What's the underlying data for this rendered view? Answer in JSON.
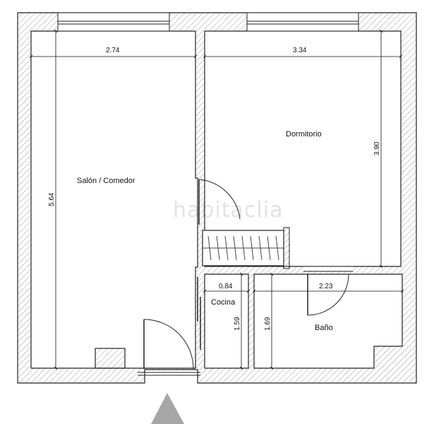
{
  "watermark": "habitaclia",
  "rooms": {
    "living": "Salón / Comedor",
    "bedroom": "Dormitorio",
    "kitchen": "Cocina",
    "bathroom": "Baño"
  },
  "dimensions": {
    "living_width": "2.74",
    "living_height": "5.64",
    "bedroom_width": "3.34",
    "bedroom_height": "3.90",
    "kitchen_width": "0.84",
    "kitchen_height": "1.59",
    "bathroom_width": "2.23",
    "bathroom_height": "1.69"
  },
  "colors": {
    "wall_stroke": "#222222",
    "hatch": "#9a9a9a",
    "entrance_marker": "#a6a6a6"
  }
}
